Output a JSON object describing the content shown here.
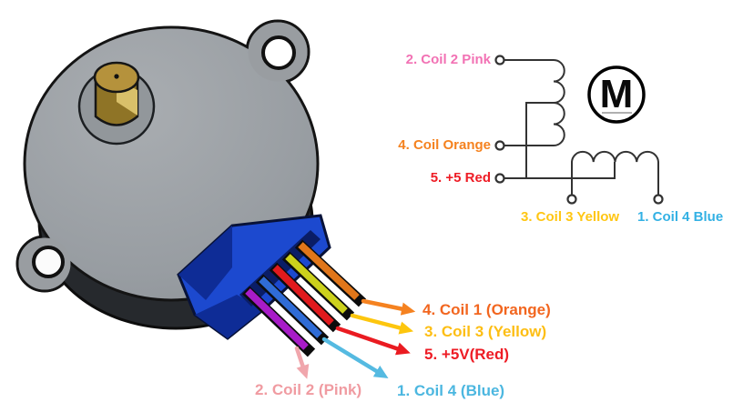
{
  "schematic": {
    "motor_symbol": "M",
    "pin_labels": [
      {
        "id": "coil2-pink",
        "text": "2. Coil 2 Pink",
        "color": "#f272b4"
      },
      {
        "id": "coil-orange",
        "text": "4. Coil Orange",
        "color": "#f5821f"
      },
      {
        "id": "plus5-red",
        "text": "5. +5 Red",
        "color": "#ee1c25"
      },
      {
        "id": "coil3-yellow",
        "text": "3. Coil 3 Yellow",
        "color": "#ffc613"
      },
      {
        "id": "coil4-blue",
        "text": "1. Coil 4 Blue",
        "color": "#33b1e4"
      }
    ]
  },
  "wires": {
    "labels": [
      {
        "id": "coil1-orange",
        "text": "4. Coil 1 (Orange)",
        "color": "#f2661f"
      },
      {
        "id": "coil3-yellow",
        "text": "3. Coil 3 (Yellow)",
        "color": "#fdbe14"
      },
      {
        "id": "plus5v-red",
        "text": "5. +5V(Red)",
        "color": "#ee1c25"
      },
      {
        "id": "coil4-blue",
        "text": "1. Coil 4 (Blue)",
        "color": "#4cb7e0"
      },
      {
        "id": "coil2-pink",
        "text": "2. Coil 2 (Pink)",
        "color": "#f09ba1"
      }
    ]
  }
}
